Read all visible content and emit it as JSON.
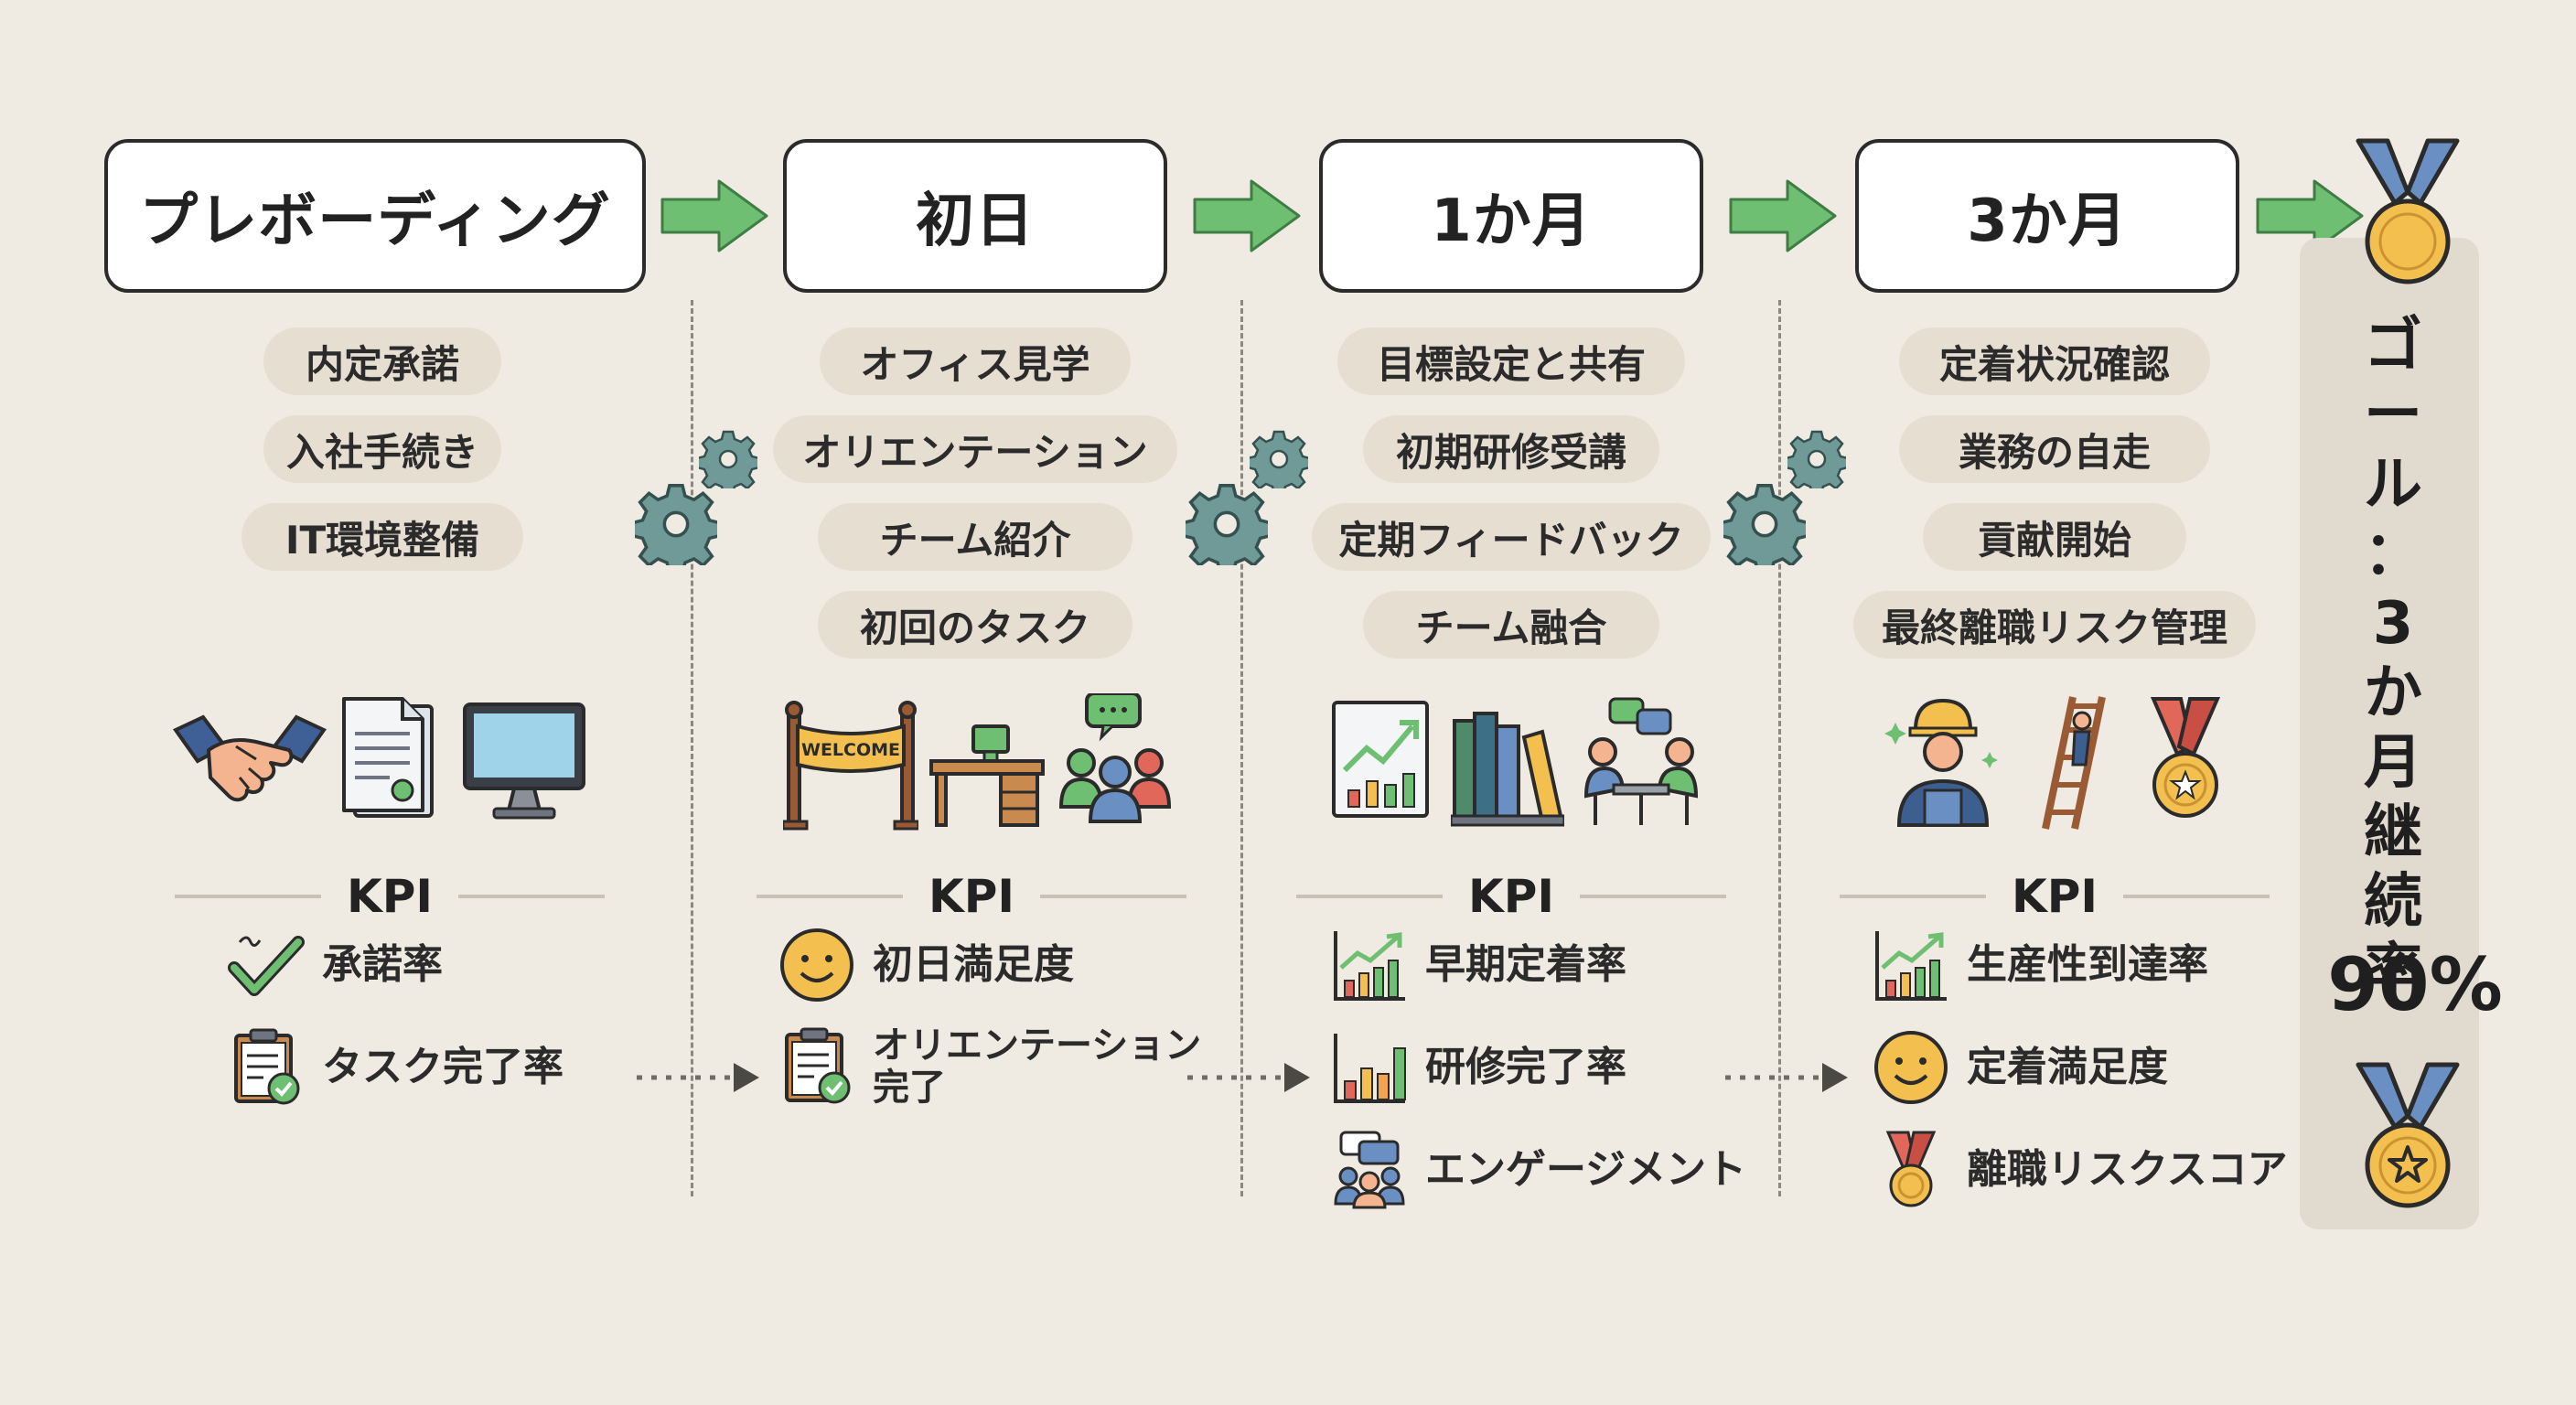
{
  "stages": [
    {
      "title": "プレボーディング",
      "tasks": [
        "内定承諾",
        "入社手続き",
        "IT環境整備"
      ],
      "icons": [
        "handshake-icon",
        "document-icon",
        "computer-monitor-icon"
      ],
      "kpis": [
        {
          "label": "承諾率",
          "icon": "check-signature-icon"
        },
        {
          "label": "タスク完了率",
          "icon": "clipboard-check-icon"
        }
      ]
    },
    {
      "title": "初日",
      "tasks": [
        "オフィス見学",
        "オリエンテーション",
        "チーム紹介",
        "初回のタスク"
      ],
      "icons": [
        "welcome-banner-icon",
        "desk-icon",
        "team-chat-icon"
      ],
      "welcome_text": "WELCOME",
      "kpis": [
        {
          "label": "初日満足度",
          "icon": "smiley-icon"
        },
        {
          "label": "オリエンテーション完了",
          "lines": [
            "オリエンテーション",
            "完了"
          ],
          "icon": "clipboard-check-icon"
        }
      ]
    },
    {
      "title": "1か月",
      "tasks": [
        "目標設定と共有",
        "初期研修受講",
        "定期フィードバック",
        "チーム融合"
      ],
      "icons": [
        "growth-chart-icon",
        "books-icon",
        "meeting-icon"
      ],
      "kpis": [
        {
          "label": "早期定着率",
          "icon": "growth-chart-icon"
        },
        {
          "label": "研修完了率",
          "icon": "bar-chart-icon"
        },
        {
          "label": "エンゲージメント",
          "icon": "engagement-icon"
        }
      ]
    },
    {
      "title": "3か月",
      "tasks": [
        "定着状況確認",
        "業務の自走",
        "貢献開始",
        "最終離職リスク管理"
      ],
      "icons": [
        "worker-icon",
        "ladder-climb-icon",
        "medal-icon"
      ],
      "kpis": [
        {
          "label": "生産性到達率",
          "icon": "growth-chart-icon"
        },
        {
          "label": "定着満足度",
          "icon": "smiley-icon"
        },
        {
          "label": "離職リスクスコア",
          "icon": "medal-icon"
        }
      ]
    }
  ],
  "kpi_heading": "KPI",
  "goal": {
    "label_chars": [
      "ゴ",
      "ー",
      "ル",
      "：",
      "3",
      "か",
      "月",
      "継",
      "続",
      "率"
    ],
    "value": "90%"
  },
  "colors": {
    "background": "#efebe2",
    "arrow_green": "#6fbf73",
    "pill": "#e6dfd1",
    "gear": "#6f9a98",
    "medal_gold": "#f3c04f",
    "ribbon_blue": "#6a8fc3"
  }
}
